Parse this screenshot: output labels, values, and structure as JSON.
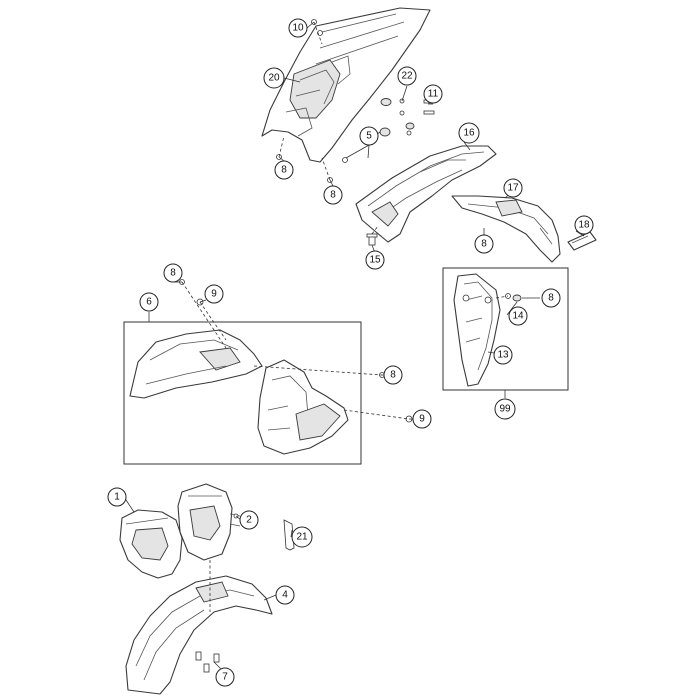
{
  "callouts": {
    "c10": "10",
    "c20": "20",
    "c22": "22",
    "c11": "11",
    "c5": "5",
    "c16": "16",
    "c8a": "8",
    "c8b": "8",
    "c17": "17",
    "c8c": "8",
    "c18": "18",
    "c15": "15",
    "c8d": "8",
    "c9a": "9",
    "c6": "6",
    "c8e": "8",
    "c14": "14",
    "c8f": "8",
    "c13": "13",
    "c99": "99",
    "c9b": "9",
    "c1": "1",
    "c2": "2",
    "c21": "21",
    "c4": "4",
    "c7": "7"
  }
}
